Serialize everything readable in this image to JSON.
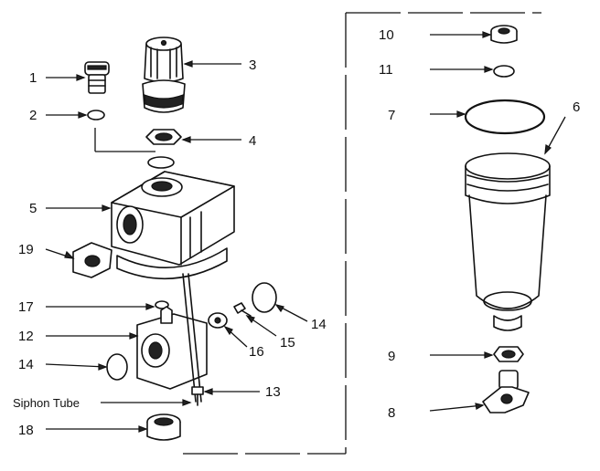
{
  "callouts": [
    {
      "key": "c1",
      "text": "1"
    },
    {
      "key": "c2",
      "text": "2"
    },
    {
      "key": "c3",
      "text": "3"
    },
    {
      "key": "c4",
      "text": "4"
    },
    {
      "key": "c5",
      "text": "5"
    },
    {
      "key": "c6",
      "text": "6"
    },
    {
      "key": "c7",
      "text": "7"
    },
    {
      "key": "c8",
      "text": "8"
    },
    {
      "key": "c9",
      "text": "9"
    },
    {
      "key": "c10",
      "text": "10"
    },
    {
      "key": "c11",
      "text": "11"
    },
    {
      "key": "c12",
      "text": "12"
    },
    {
      "key": "c13",
      "text": "13"
    },
    {
      "key": "c14a",
      "text": "14"
    },
    {
      "key": "c14b",
      "text": "14"
    },
    {
      "key": "c15",
      "text": "15"
    },
    {
      "key": "c16",
      "text": "16"
    },
    {
      "key": "c17",
      "text": "17"
    },
    {
      "key": "c18",
      "text": "18"
    },
    {
      "key": "c19",
      "text": "19"
    }
  ],
  "labels": {
    "siphon_tube": "Siphon Tube"
  }
}
